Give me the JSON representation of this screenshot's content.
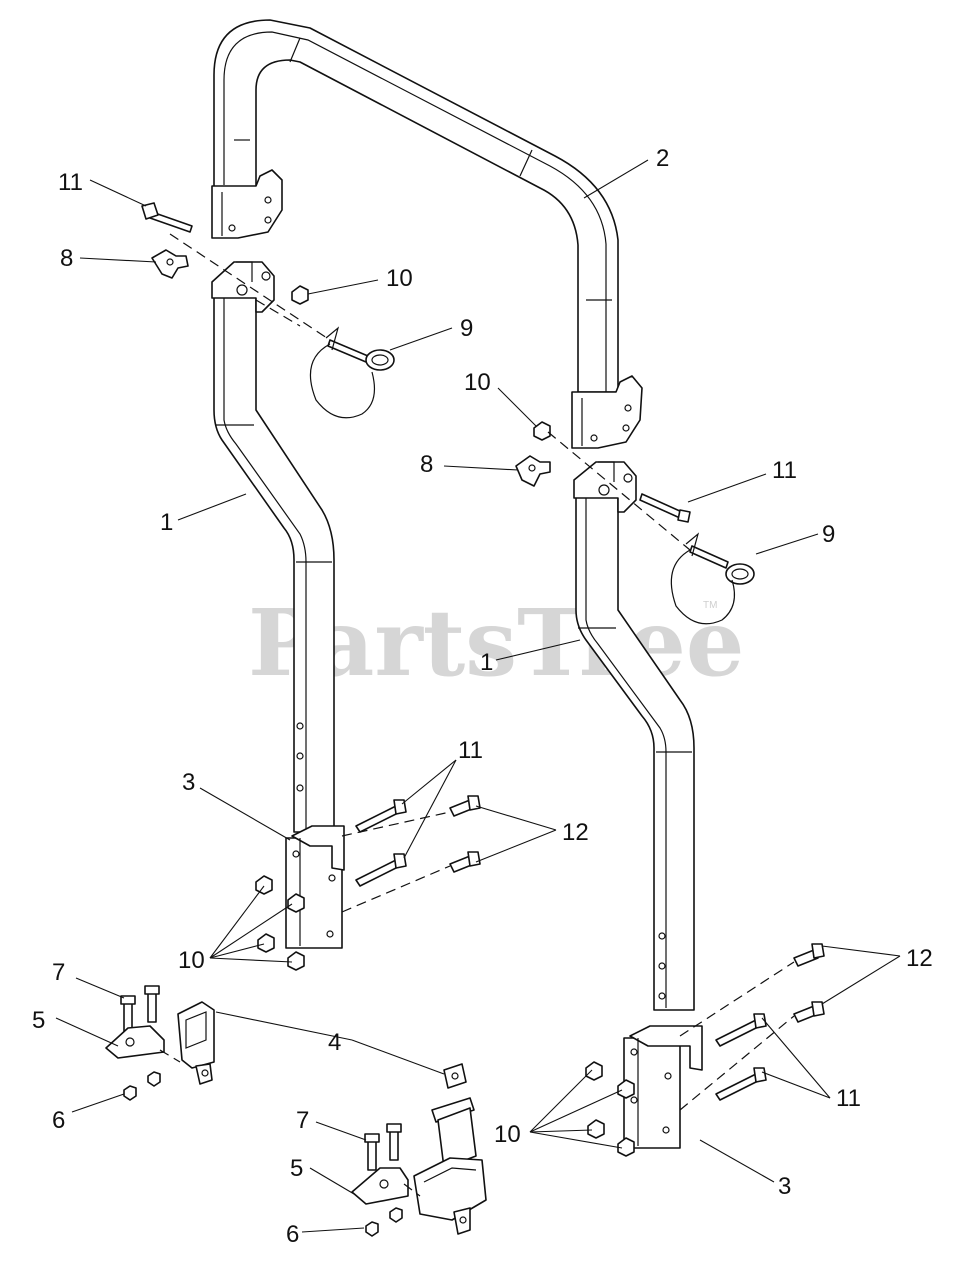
{
  "watermark": {
    "text": "PartsTree",
    "trademark": "TM"
  },
  "callouts": {
    "c1a": "1",
    "c1b": "1",
    "c2": "2",
    "c3a": "3",
    "c3b": "3",
    "c4": "4",
    "c5a": "5",
    "c5b": "5",
    "c6a": "6",
    "c6b": "6",
    "c7a": "7",
    "c7b": "7",
    "c8a": "8",
    "c8b": "8",
    "c9a": "9",
    "c9b": "9",
    "c10a": "10",
    "c10b": "10",
    "c10c": "10",
    "c10d": "10",
    "c11a": "11",
    "c11b": "11",
    "c11c": "11",
    "c11d": "11",
    "c12a": "12",
    "c12b": "12"
  }
}
